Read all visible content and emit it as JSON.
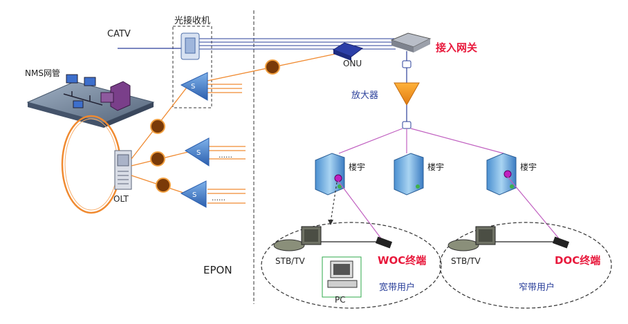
{
  "labels": {
    "catv": "CATV",
    "optical_receiver": "光接收机",
    "nms": "NMS网管",
    "olt": "OLT",
    "onu": "ONU",
    "access_gateway": "接入网关",
    "amplifier": "放大器",
    "building_1": "楼宇",
    "building_2": "楼宇",
    "building_3": "楼宇",
    "epon": "EPON",
    "stb_tv_1": "STB/TV",
    "stb_tv_2": "STB/TV",
    "woc_terminal": "WOC终端",
    "doc_terminal": "DOC终端",
    "pc": "PC",
    "broadband_users": "宽带用户",
    "narrowband_users": "窄带用户",
    "splitter_1": "S",
    "splitter_2": "S",
    "splitter_3": "S",
    "ellipsis_1": "……",
    "ellipsis_2": "……"
  },
  "colors": {
    "fiber": "#f08a30",
    "coax": "#2a3f9a",
    "splitter": "#3f72c8",
    "amplifier": "#f29a1c",
    "drop_line": "#c060c0",
    "accent_red": "#e8193c",
    "ring": "#f08a30"
  }
}
